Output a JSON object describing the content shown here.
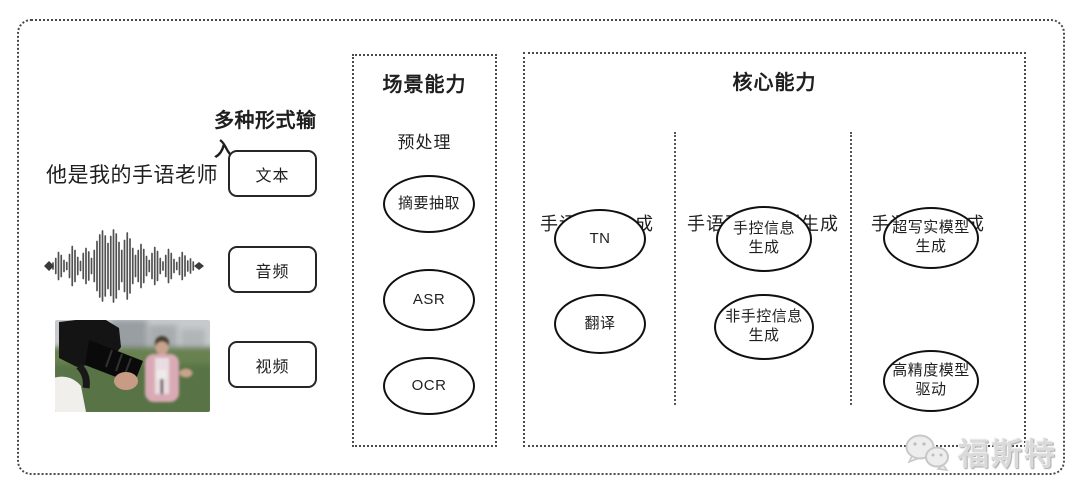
{
  "input": {
    "label": "多种形式输入",
    "sentence": "他是我的手语老师",
    "items": [
      {
        "label": "文本"
      },
      {
        "label": "音频"
      },
      {
        "label": "视频"
      }
    ],
    "waveform_icon": "audio-waveform-icon",
    "photo_icon": "reporter-interview-photo"
  },
  "scene": {
    "title": "场景能力",
    "subtitle": "预处理",
    "nodes": [
      "摘要抽取",
      "ASR",
      "OCR"
    ]
  },
  "core": {
    "title": "核心能力",
    "columns": [
      {
        "header": "手语文本生成",
        "nodes": [
          "TN",
          "翻译"
        ]
      },
      {
        "header": "手语要素序列生成",
        "nodes": [
          "手控信息\n生成",
          "非手控信息\n生成"
        ]
      },
      {
        "header": "手语视频生成",
        "nodes": [
          "超写实模型\n生成",
          "高精度模型\n驱动"
        ]
      }
    ]
  },
  "watermark": {
    "logo": "wechat-icon",
    "text": "福斯特"
  },
  "colors": {
    "line": "#1c1c1c",
    "text": "#1f1f1f",
    "background": "#ffffff",
    "watermark": "#dadada"
  }
}
